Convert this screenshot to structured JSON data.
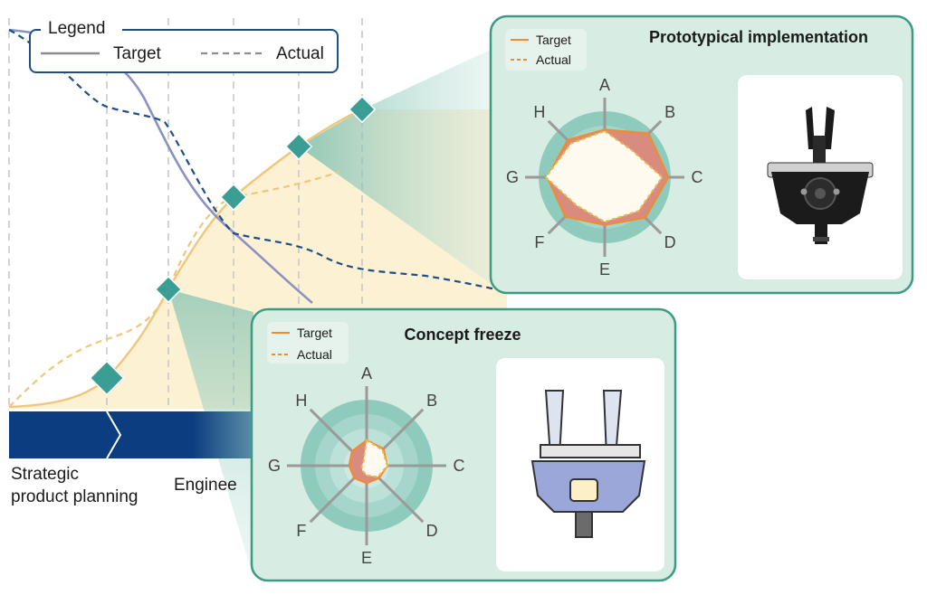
{
  "legend": {
    "title": "Legend",
    "target_label": "Target",
    "actual_label": "Actual"
  },
  "phases": [
    {
      "label_line1": "Strategic",
      "label_line2": "product planning"
    },
    {
      "label_line1": "Enginee",
      "label_line2": ""
    }
  ],
  "panels": {
    "prototype": {
      "title": "Prototypical implementation",
      "legend_target": "Target",
      "legend_actual": "Actual",
      "axes": [
        "A",
        "B",
        "C",
        "D",
        "E",
        "F",
        "G",
        "H"
      ],
      "target_values": [
        0.6,
        0.78,
        0.8,
        0.72,
        0.6,
        0.7,
        0.72,
        0.66
      ],
      "actual_values": [
        0.58,
        0.48,
        0.72,
        0.6,
        0.56,
        0.5,
        0.74,
        0.6
      ],
      "image": "gripper-photo"
    },
    "concept": {
      "title": "Concept freeze",
      "legend_target": "Target",
      "legend_actual": "Actual",
      "axes": [
        "A",
        "B",
        "C",
        "D",
        "E",
        "F",
        "G",
        "H"
      ],
      "target_values": [
        0.32,
        0.3,
        0.26,
        0.22,
        0.22,
        0.22,
        0.22,
        0.26
      ],
      "actual_values": [
        0.32,
        0.28,
        0.26,
        0.2,
        0.12,
        0.08,
        0.06,
        0.06
      ],
      "image": "gripper-schematic"
    }
  },
  "colors": {
    "target_line": "#8a93bf",
    "actual_line": "#1f4e86",
    "maturity_line": "#f0c77a",
    "maturity_fill": "#fdf0cf",
    "diamond": "#3b9e94",
    "phase_bar": "#0c3d80",
    "panel_bg": "#d7ece3",
    "panel_border": "#3c9c82",
    "radar_target": "#f08c2c",
    "radar_actual_fill": "#d98b7e"
  }
}
